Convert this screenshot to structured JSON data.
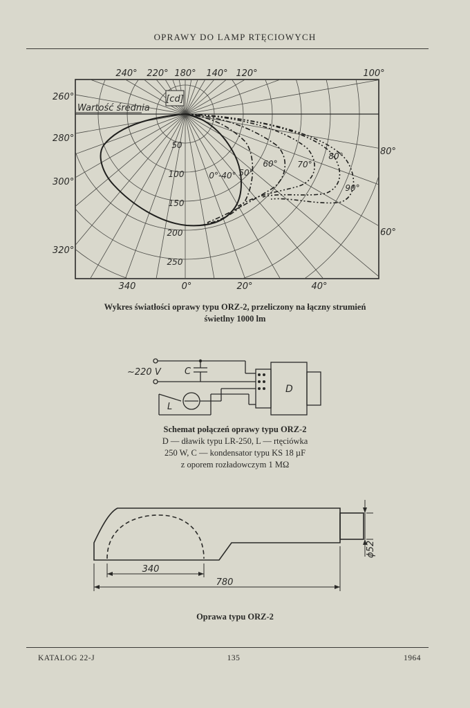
{
  "header": {
    "title": "OPRAWY DO LAMP RTĘCIOWYCH"
  },
  "polar_chart": {
    "unit_label": "[cd]",
    "average_label": "Wartość średnia",
    "top_angle_labels": [
      "240°",
      "220°",
      "180°",
      "140°",
      "120°",
      "100°"
    ],
    "left_angle_labels": [
      "260°",
      "280°",
      "300°",
      "320°"
    ],
    "right_angle_labels": [
      "80°",
      "60°"
    ],
    "bottom_angle_labels": [
      "340",
      "0°",
      "20°",
      "40°"
    ],
    "radial_labels": [
      "50",
      "100",
      "150",
      "200",
      "250"
    ],
    "curve_labels": [
      "0°-40°",
      "50°",
      "60°",
      "70°",
      "80°",
      "90°"
    ],
    "caption_line1": "Wykres światłości oprawy typu ORZ-2, przeliczony na łączny strumień",
    "caption_line2": "świetlny 1000 lm"
  },
  "circuit": {
    "voltage_label": "~220 V",
    "capacitor_label": "C",
    "choke_label": "D",
    "lamp_label": "L",
    "caption_line1": "Schemat połączeń oprawy typu ORZ-2",
    "caption_line2": "D — dławik typu LR-250, L — rtęciówka",
    "caption_line3": "250 W, C — kondensator typu KS 18 µF",
    "caption_line4": "z oporem rozładowczym 1 MΩ"
  },
  "fixture": {
    "dim_340": "340",
    "dim_780": "780",
    "dim_52": "ϕ52",
    "caption": "Oprawa typu ORZ-2"
  },
  "footer": {
    "catalog": "KATALOG 22-J",
    "page": "135",
    "year": "1964"
  }
}
